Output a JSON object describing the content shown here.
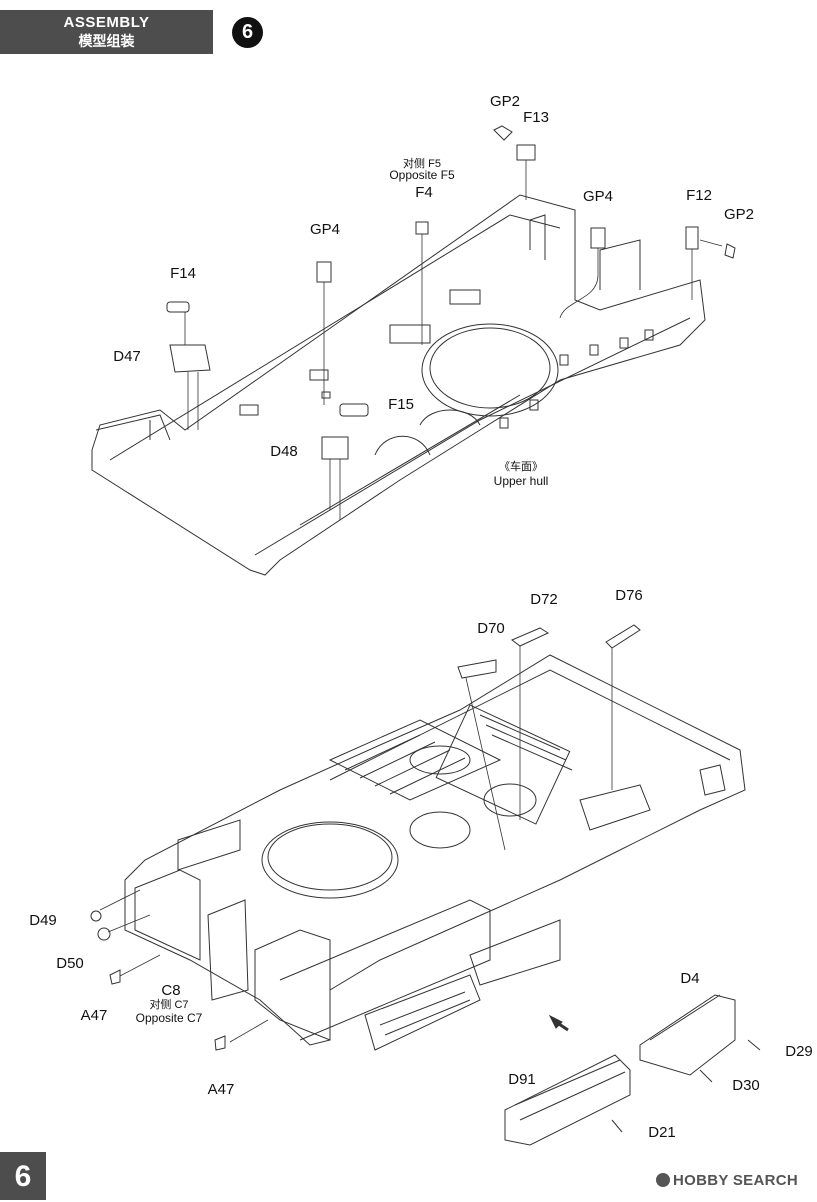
{
  "header": {
    "title_en": "ASSEMBLY",
    "title_zh": "模型组装",
    "step": "6"
  },
  "page_number": "6",
  "watermark": "HOBBY SEARCH",
  "diagram_top": {
    "labels": {
      "gp2_a": "GP2",
      "f13": "F13",
      "opp_zh": "对侧 F5",
      "opp_en": "Opposite F5",
      "f4": "F4",
      "gp4_a": "GP4",
      "f12": "F12",
      "gp2_b": "GP2",
      "gp4_b": "GP4",
      "f14": "F14",
      "d47": "D47",
      "f15": "F15",
      "d48": "D48",
      "hull_zh": "《车面》",
      "hull_en": "Upper hull"
    }
  },
  "diagram_bottom": {
    "labels": {
      "d72": "D72",
      "d76": "D76",
      "d70": "D70",
      "d49": "D49",
      "d50": "D50",
      "a47_a": "A47",
      "c8": "C8",
      "c7_zh": "对侧 C7",
      "c7_en": "Opposite C7",
      "a47_b": "A47",
      "d4": "D4",
      "d29": "D29",
      "d30": "D30",
      "d91": "D91",
      "d21": "D21"
    }
  }
}
